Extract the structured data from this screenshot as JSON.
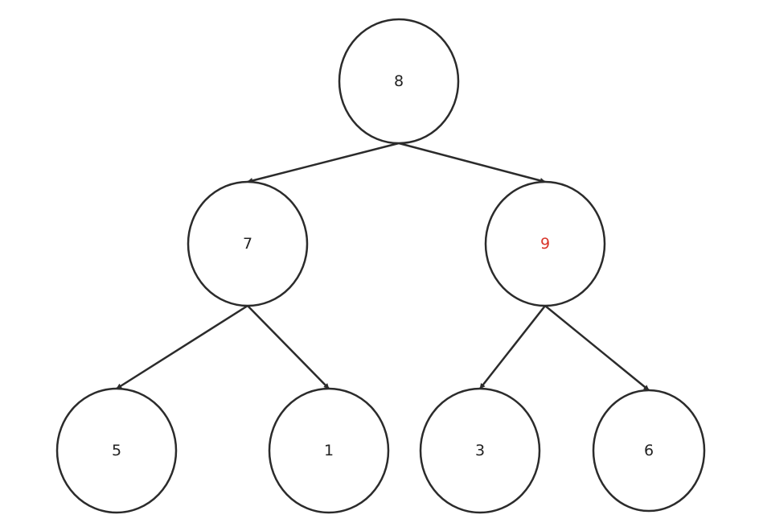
{
  "colors": {
    "stroke": "#2b2b2b",
    "label_default": "#222222",
    "label_highlight": "#d9362b"
  },
  "tree": {
    "nodes": [
      {
        "id": "n8",
        "value": "8",
        "highlight": false
      },
      {
        "id": "n7",
        "value": "7",
        "highlight": false
      },
      {
        "id": "n9",
        "value": "9",
        "highlight": true
      },
      {
        "id": "n5",
        "value": "5",
        "highlight": false
      },
      {
        "id": "n1",
        "value": "1",
        "highlight": false
      },
      {
        "id": "n3",
        "value": "3",
        "highlight": false
      },
      {
        "id": "n6",
        "value": "6",
        "highlight": false
      }
    ],
    "edges": [
      {
        "from": "n8",
        "to": "n7"
      },
      {
        "from": "n8",
        "to": "n9"
      },
      {
        "from": "n7",
        "to": "n5"
      },
      {
        "from": "n7",
        "to": "n1"
      },
      {
        "from": "n9",
        "to": "n3"
      },
      {
        "from": "n9",
        "to": "n6"
      }
    ]
  }
}
